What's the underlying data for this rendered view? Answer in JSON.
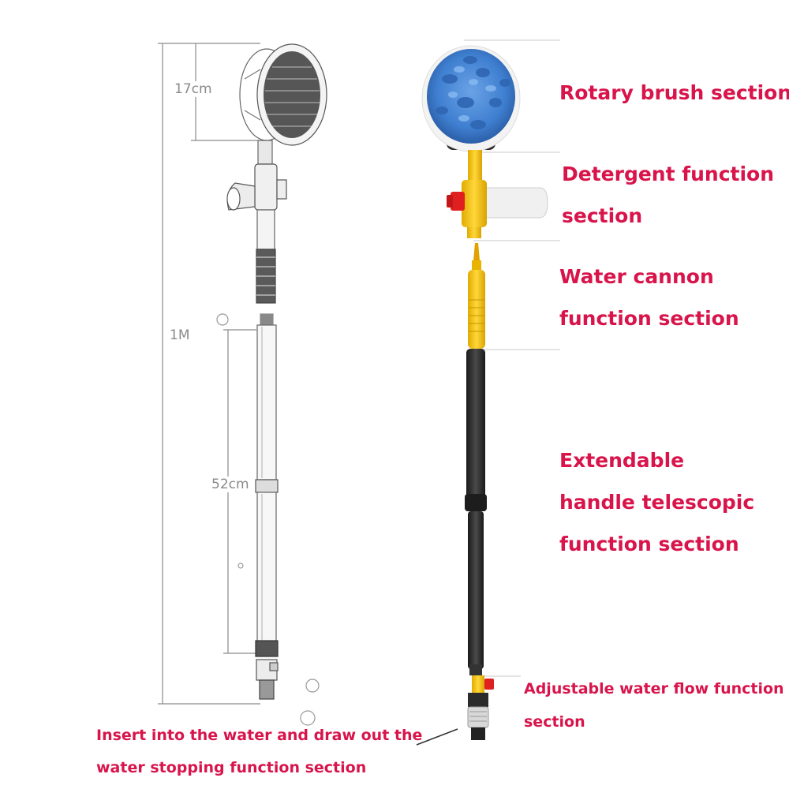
{
  "dimensions": {
    "brush_height": "17cm",
    "total_length": "1M",
    "pole_length": "52cm"
  },
  "sections": {
    "rotary_brush": "Rotary brush section",
    "detergent_line1": "Detergent function",
    "detergent_line2": "section",
    "water_cannon_line1": "Water cannon",
    "water_cannon_line2": "function section",
    "extendable_line1": "Extendable",
    "extendable_line2": "handle telescopic",
    "extendable_line3": "function section",
    "adjustable_line1": "Adjustable water flow function",
    "adjustable_line2": "section",
    "insert_line1": "Insert into the water and draw out the",
    "insert_line2": "water stopping function section"
  },
  "colors": {
    "label_red": "#d8144b",
    "brush_blue": "#3f7fd0",
    "handle_yellow": "#f2c417",
    "pole_black": "#2a2a2a",
    "drawing_gray": "#9a9a9a"
  }
}
